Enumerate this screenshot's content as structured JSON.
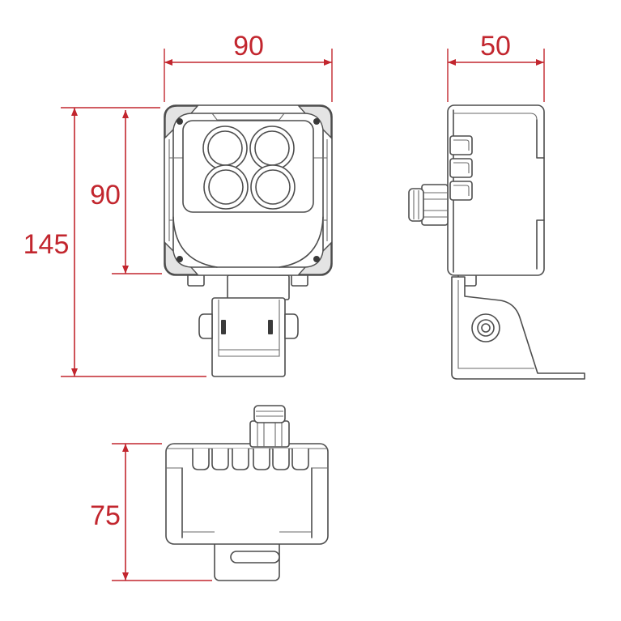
{
  "dimensions": {
    "front_width": "90",
    "side_depth": "50",
    "front_height": "90",
    "total_height": "145",
    "bottom_depth": "75"
  },
  "colors": {
    "dimension": "#c2262e",
    "outline": "#4d4d4d"
  }
}
